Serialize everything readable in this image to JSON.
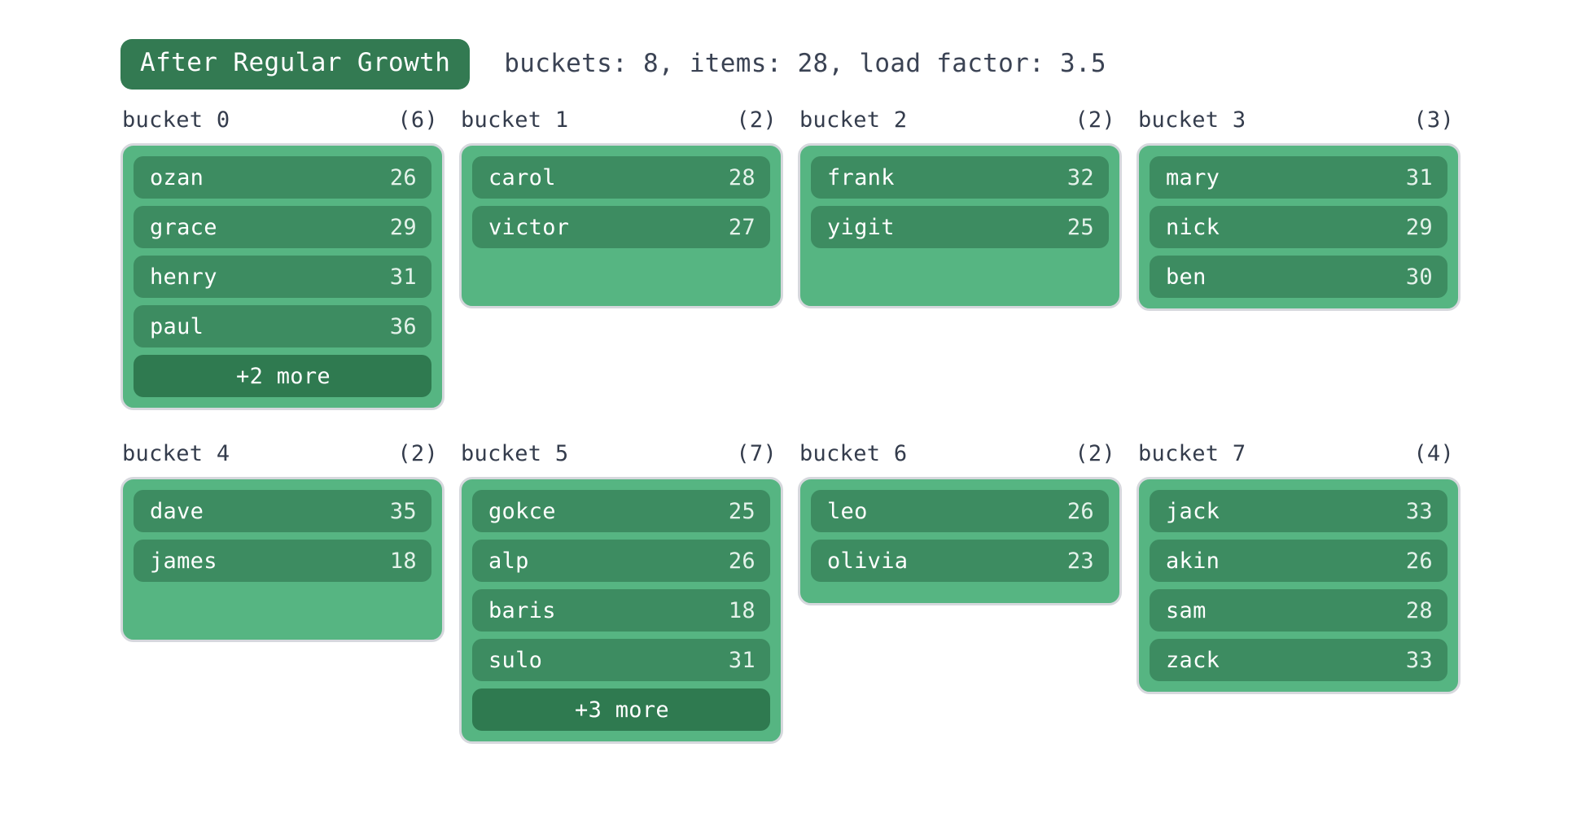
{
  "header": {
    "title_badge": "After Regular Growth",
    "stats": "buckets: 8, items: 28, load factor: 3.5",
    "badge_color": "#337a52",
    "stats_color": "#3b4354"
  },
  "palette": {
    "card_bg": "#56b582",
    "card_border": "#d6d8dd",
    "item_bg": "#3d8c61",
    "more_bg": "#2f7a50",
    "item_text": "#ffffff",
    "item_value_text": "#e4f2ea",
    "header_text": "#343c4c",
    "page_bg": "#ffffff"
  },
  "summary": {
    "buckets": 8,
    "items": 28,
    "load_factor": 3.5
  },
  "buckets": [
    {
      "label": "bucket 0",
      "count": "(6)",
      "count_value": 6,
      "entries": [
        {
          "key": "ozan",
          "value": "26"
        },
        {
          "key": "grace",
          "value": "29"
        },
        {
          "key": "henry",
          "value": "31"
        },
        {
          "key": "paul",
          "value": "36"
        }
      ],
      "more": "+2 more",
      "pad": ""
    },
    {
      "label": "bucket 1",
      "count": "(2)",
      "count_value": 2,
      "entries": [
        {
          "key": "carol",
          "value": "28"
        },
        {
          "key": "victor",
          "value": "27"
        }
      ],
      "more": "",
      "pad": "pad-1"
    },
    {
      "label": "bucket 2",
      "count": "(2)",
      "count_value": 2,
      "entries": [
        {
          "key": "frank",
          "value": "32"
        },
        {
          "key": "yigit",
          "value": "25"
        }
      ],
      "more": "",
      "pad": "pad-1"
    },
    {
      "label": "bucket 3",
      "count": "(3)",
      "count_value": 3,
      "entries": [
        {
          "key": "mary",
          "value": "31"
        },
        {
          "key": "nick",
          "value": "29"
        },
        {
          "key": "ben",
          "value": "30"
        }
      ],
      "more": "",
      "pad": ""
    },
    {
      "label": "bucket 4",
      "count": "(2)",
      "count_value": 2,
      "entries": [
        {
          "key": "dave",
          "value": "35"
        },
        {
          "key": "james",
          "value": "18"
        }
      ],
      "more": "",
      "pad": "pad-1"
    },
    {
      "label": "bucket 5",
      "count": "(7)",
      "count_value": 7,
      "entries": [
        {
          "key": "gokce",
          "value": "25"
        },
        {
          "key": "alp",
          "value": "26"
        },
        {
          "key": "baris",
          "value": "18"
        },
        {
          "key": "sulo",
          "value": "31"
        }
      ],
      "more": "+3 more",
      "pad": ""
    },
    {
      "label": "bucket 6",
      "count": "(2)",
      "count_value": 2,
      "entries": [
        {
          "key": "leo",
          "value": "26"
        },
        {
          "key": "olivia",
          "value": "23"
        }
      ],
      "more": "",
      "pad": "pad-2"
    },
    {
      "label": "bucket 7",
      "count": "(4)",
      "count_value": 4,
      "entries": [
        {
          "key": "jack",
          "value": "33"
        },
        {
          "key": "akin",
          "value": "26"
        },
        {
          "key": "sam",
          "value": "28"
        },
        {
          "key": "zack",
          "value": "33"
        }
      ],
      "more": "",
      "pad": ""
    }
  ]
}
